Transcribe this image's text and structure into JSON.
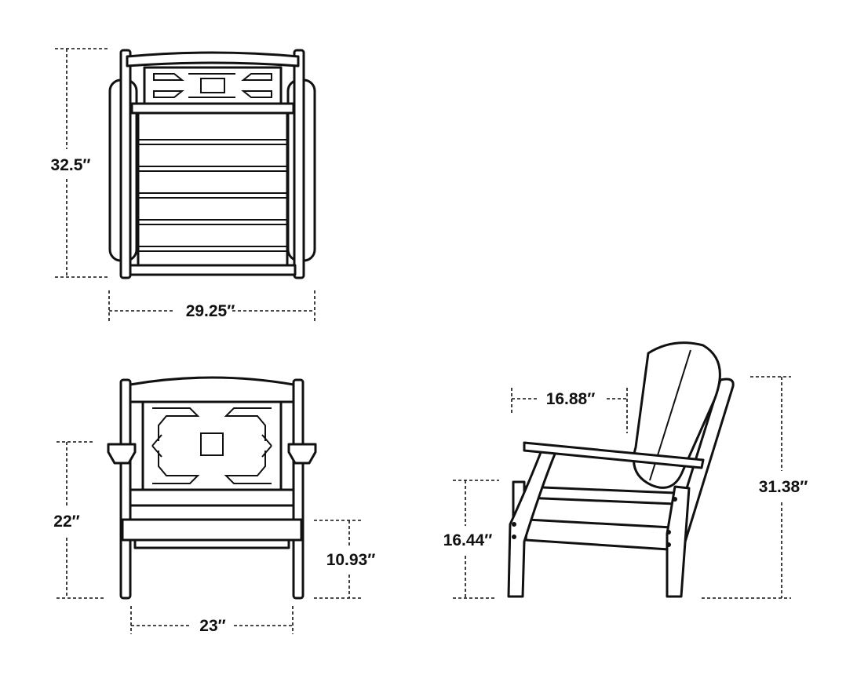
{
  "views": {
    "top": {
      "depth": "32.5″",
      "width": "29.25″"
    },
    "front": {
      "seat_height_arm": "22″",
      "seat_height": "10.93″",
      "inner_width": "23″"
    },
    "side": {
      "arm_depth": "16.88″",
      "seat_height": "16.44″",
      "overall_height": "31.38″"
    }
  },
  "colors": {
    "line": "#111111",
    "background": "#ffffff"
  }
}
